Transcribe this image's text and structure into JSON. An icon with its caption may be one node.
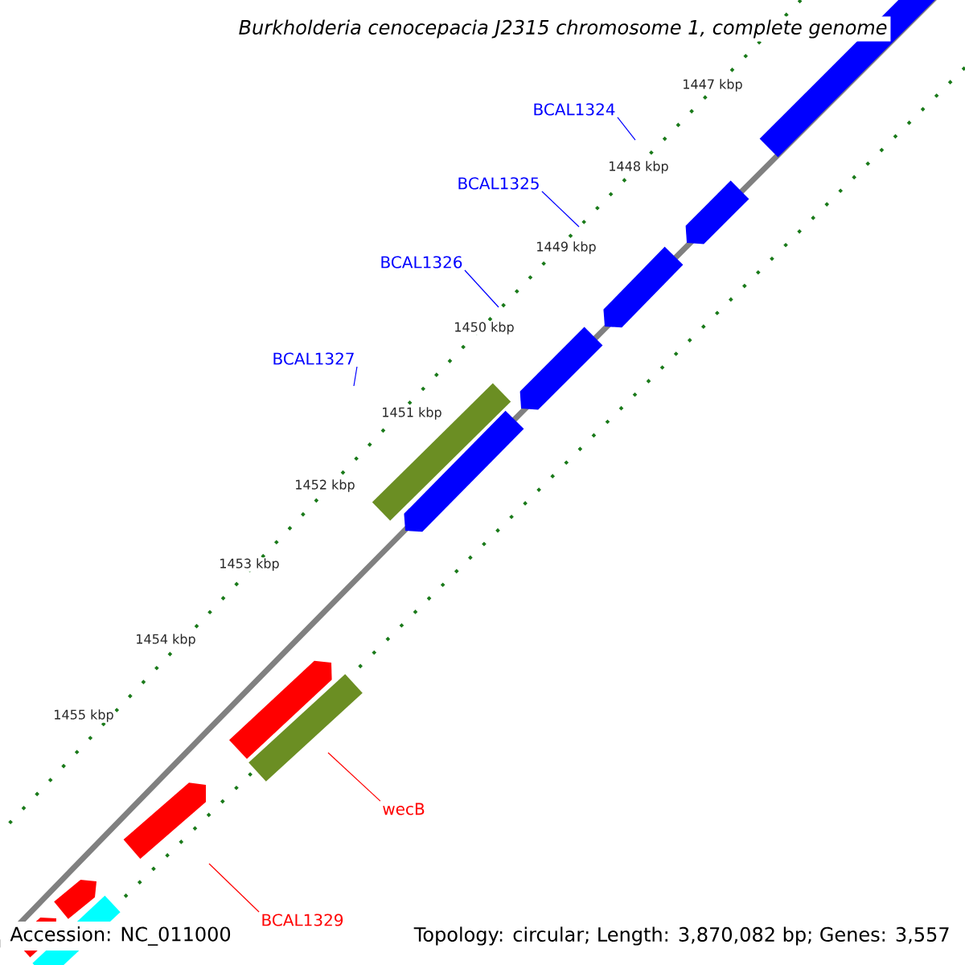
{
  "diagram": {
    "title": "Burkholderia cenocepacia J2315 chromosome 1, complete genome",
    "nodes": [
      {
        "text": [
          "BCAL1324"
        ]
      },
      {
        "text": [
          "BCAL1325"
        ]
      },
      {
        "text": [
          "BCAL1326"
        ]
      },
      {
        "text": [
          "BCAL1327"
        ]
      },
      {
        "text": [
          "wecB"
        ]
      },
      {
        "text": [
          "BCAL1329"
        ]
      }
    ],
    "edges": [
      {
        "from": 0,
        "to": null,
        "arrow": "none"
      },
      {
        "from": 1,
        "to": null,
        "arrow": "none"
      },
      {
        "from": 2,
        "to": null,
        "arrow": "none"
      },
      {
        "from": 3,
        "to": null,
        "arrow": "none"
      },
      {
        "from": 4,
        "to": null,
        "arrow": "none",
        "color": "#ff0000"
      },
      {
        "from": 5,
        "to": null,
        "arrow": "none",
        "color": "#ff0000"
      }
    ],
    "labels": [
      "1447 kbp",
      "1448 kbp",
      "1449 kbp",
      "1450 kbp",
      "1451 kbp",
      "1452 kbp",
      "1453 kbp",
      "1454 kbp",
      "1455 kbp",
      "Accession: NC_011000",
      "Topology: circular; Length: 3,870,082 bp; Genes: 3,557"
    ]
  }
}
